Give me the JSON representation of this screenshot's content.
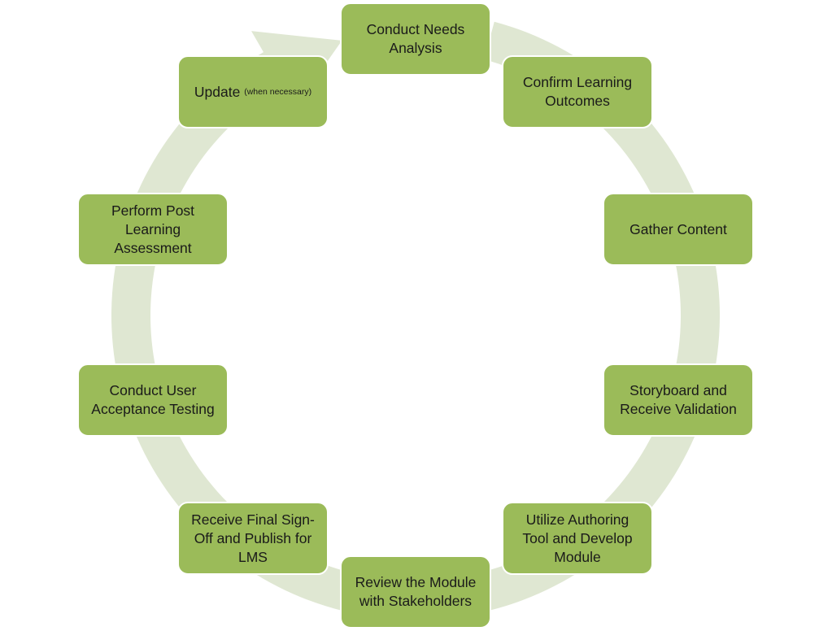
{
  "diagram": {
    "type": "cycle",
    "colors": {
      "node_fill": "#9bbb59",
      "ring_fill": "#dfe7d2",
      "text": "#1a1a1a",
      "background": "#ffffff"
    },
    "steps": [
      {
        "label": "Conduct Needs Analysis",
        "note": ""
      },
      {
        "label": "Confirm Learning Outcomes",
        "note": ""
      },
      {
        "label": "Gather Content",
        "note": ""
      },
      {
        "label": "Storyboard and Receive Validation",
        "note": ""
      },
      {
        "label": "Utilize Authoring Tool and Develop Module",
        "note": ""
      },
      {
        "label": "Review the Module with Stakeholders",
        "note": ""
      },
      {
        "label": "Receive Final Sign-Off and Publish for LMS",
        "note": ""
      },
      {
        "label": "Conduct User Acceptance Testing",
        "note": ""
      },
      {
        "label": "Perform Post Learning Assessment",
        "note": ""
      },
      {
        "label": "Update",
        "note": "(when necessary)"
      }
    ],
    "direction": "clockwise"
  }
}
